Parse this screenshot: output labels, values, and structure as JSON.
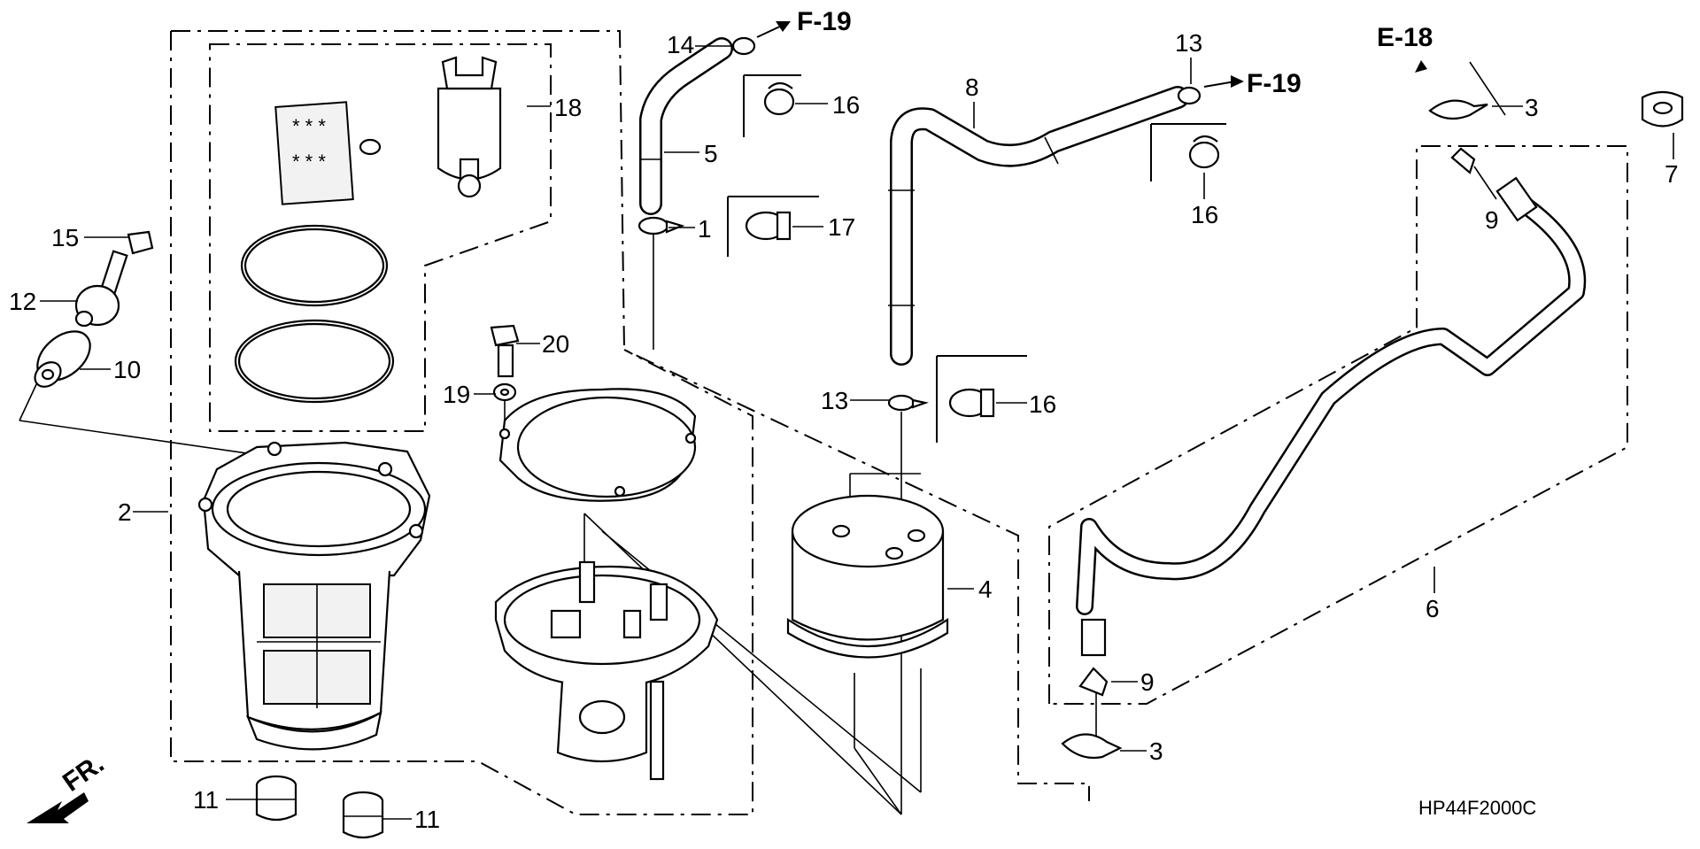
{
  "callouts": {
    "c1": "1",
    "c2": "2",
    "c3a": "3",
    "c3b": "3",
    "c4": "4",
    "c5": "5",
    "c6": "6",
    "c7": "7",
    "c8": "8",
    "c9a": "9",
    "c9b": "9",
    "c10": "10",
    "c11a": "11",
    "c11b": "11",
    "c12": "12",
    "c13a": "13",
    "c13b": "13",
    "c14": "14",
    "c15": "15",
    "c16a": "16",
    "c16b": "16",
    "c16c": "16",
    "c17": "17",
    "c18": "18",
    "c19": "19",
    "c20": "20"
  },
  "references": {
    "f19_left": "F-19",
    "f19_right": "F-19",
    "e18": "E-18"
  },
  "diagram_code": "HP44F2000C",
  "front_marker": "FR."
}
